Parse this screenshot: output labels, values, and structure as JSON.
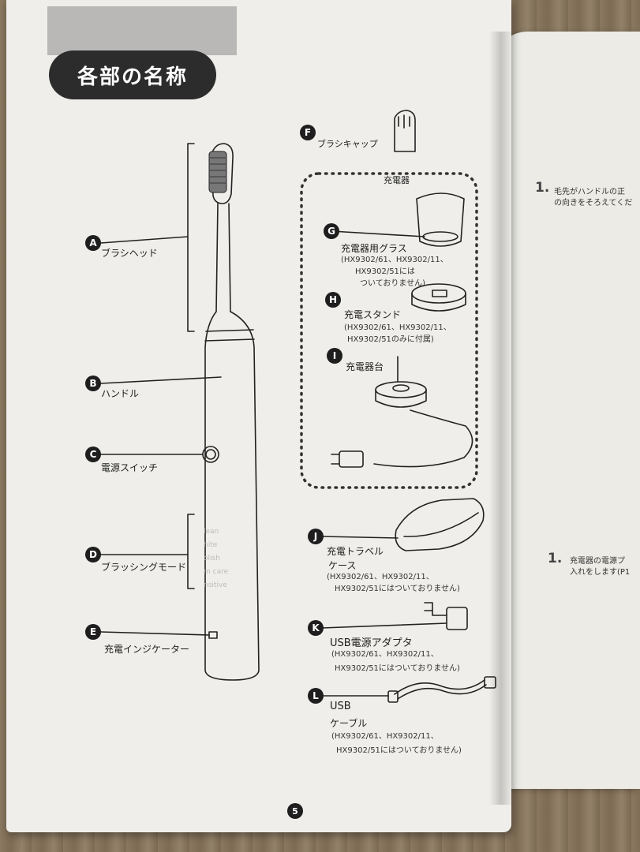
{
  "page_title": "各部の名称",
  "page_number": "5",
  "parts": [
    {
      "letter": "A",
      "label": "ブラシヘッド"
    },
    {
      "letter": "B",
      "label": "ハンドル"
    },
    {
      "letter": "C",
      "label": "電源スイッチ"
    },
    {
      "letter": "D",
      "label": "ブラッシングモード"
    },
    {
      "letter": "E",
      "label": "充電インジケーター"
    },
    {
      "letter": "F",
      "label": "ブラシキャップ"
    },
    {
      "letter": "G",
      "label": "充電器用グラス",
      "note": [
        "(HX9302/61、HX9302/11、",
        "HX9302/51には",
        "ついておりません)"
      ]
    },
    {
      "letter": "H",
      "label": "充電スタンド",
      "note": [
        "(HX9302/61、HX9302/11、",
        "HX9302/51のみに付属)"
      ]
    },
    {
      "letter": "I",
      "label": "充電器台"
    },
    {
      "letter": "J",
      "label": "充電トラベル",
      "label2": "ケース",
      "note": [
        "(HX9302/61、HX9302/11、",
        "HX9302/51にはついておりません)"
      ]
    },
    {
      "letter": "K",
      "label": "USB電源アダプタ",
      "note": [
        "(HX9302/61、HX9302/11、",
        "HX9302/51にはついておりません)"
      ]
    },
    {
      "letter": "L",
      "label": "USB",
      "label2": "ケーブル",
      "note": [
        "(HX9302/61、HX9302/11、",
        "HX9302/51にはついておりません)"
      ]
    }
  ],
  "charger_group_label": "充電器",
  "mode_texts": [
    "lean",
    "hite",
    "olish",
    "m care",
    "nsitive"
  ],
  "right_page": {
    "step1_num": "1.",
    "step1_line1": "毛先がハンドルの正",
    "step1_line2": "の向きをそろえてくだ",
    "step2_num": "1.",
    "step2_line1": "充電器の電源プ",
    "step2_line2": "入れをします(P1"
  }
}
